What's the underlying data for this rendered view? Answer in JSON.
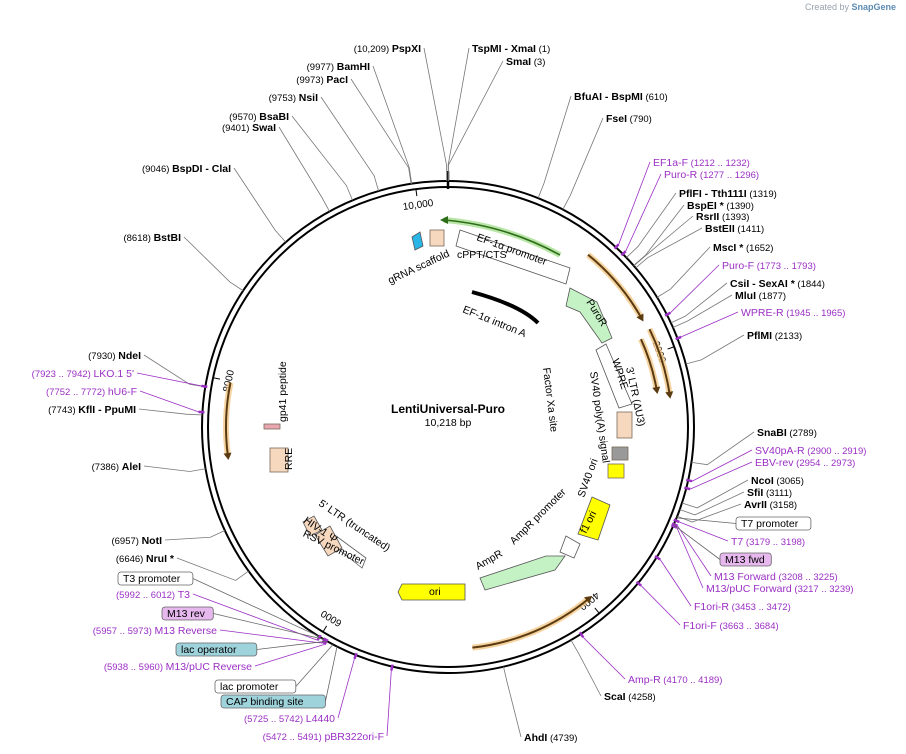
{
  "credit": {
    "prefix": "Created by",
    "brand": "SnapGene"
  },
  "plasmid": {
    "name": "LentiUniversal-Puro",
    "size_label": "10,218 bp",
    "length": 10218
  },
  "ticks": [
    {
      "label": "10,000",
      "pos": 10000
    },
    {
      "label": "2000",
      "pos": 2000
    },
    {
      "label": "4000",
      "pos": 4000
    },
    {
      "label": "6000",
      "pos": 6000
    },
    {
      "label": "8000",
      "pos": 8000
    }
  ],
  "enzymes": [
    {
      "name": "PspXI",
      "pos_label": "(10,209)",
      "side": "left",
      "pos": 10209
    },
    {
      "name": "TspMI  - XmaI",
      "pos_label": "(1)",
      "side": "right",
      "pos": 1
    },
    {
      "name": "SmaI",
      "pos_label": "(3)",
      "side": "right",
      "pos": 3
    },
    {
      "name": "BamHI",
      "pos_label": "(9977)",
      "side": "left",
      "pos": 9977
    },
    {
      "name": "PacI",
      "pos_label": "(9973)",
      "side": "left",
      "pos": 9973
    },
    {
      "name": "NsiI",
      "pos_label": "(9753)",
      "side": "left",
      "pos": 9753
    },
    {
      "name": "BsaBI",
      "pos_label": "(9570)",
      "side": "left",
      "pos": 9570
    },
    {
      "name": "SwaI",
      "pos_label": "(9401)",
      "side": "left",
      "pos": 9401
    },
    {
      "name": "BspDI  - ClaI",
      "pos_label": "(9046)",
      "side": "left",
      "pos": 9046
    },
    {
      "name": "BstBI",
      "pos_label": "(8618)",
      "side": "left",
      "pos": 8618
    },
    {
      "name": "BfuAI  - BspMI",
      "pos_label": "(610)",
      "side": "right",
      "pos": 610
    },
    {
      "name": "FseI",
      "pos_label": "(790)",
      "side": "right",
      "pos": 790
    },
    {
      "name": "PflFI  - Tth111I",
      "pos_label": "(1319)",
      "side": "right",
      "pos": 1319
    },
    {
      "name": "BspEI *",
      "pos_label": "(1390)",
      "side": "right",
      "pos": 1390
    },
    {
      "name": "RsrII",
      "pos_label": "(1393)",
      "side": "right",
      "pos": 1393
    },
    {
      "name": "BstEII",
      "pos_label": "(1411)",
      "side": "right",
      "pos": 1411
    },
    {
      "name": "MscI *",
      "pos_label": "(1652)",
      "side": "right",
      "pos": 1652
    },
    {
      "name": "CsiI  - SexAI *",
      "pos_label": "(1844)",
      "side": "right",
      "pos": 1844
    },
    {
      "name": "MluI",
      "pos_label": "(1877)",
      "side": "right",
      "pos": 1877
    },
    {
      "name": "PflMI",
      "pos_label": "(2133)",
      "side": "right",
      "pos": 2133
    },
    {
      "name": "SnaBI",
      "pos_label": "(2789)",
      "side": "right",
      "pos": 2789
    },
    {
      "name": "NcoI",
      "pos_label": "(3065)",
      "side": "right",
      "pos": 3065
    },
    {
      "name": "SfiI",
      "pos_label": "(3111)",
      "side": "right",
      "pos": 3111
    },
    {
      "name": "AvrII",
      "pos_label": "(3158)",
      "side": "right",
      "pos": 3158
    },
    {
      "name": "ScaI",
      "pos_label": "(4258)",
      "side": "right",
      "pos": 4258
    },
    {
      "name": "AhdI",
      "pos_label": "(4739)",
      "side": "right",
      "pos": 4739
    },
    {
      "name": "NdeI",
      "pos_label": "(7930)",
      "side": "left",
      "pos": 7930
    },
    {
      "name": "KflI  - PpuMI",
      "pos_label": "(7743)",
      "side": "left",
      "pos": 7743
    },
    {
      "name": "AleI",
      "pos_label": "(7386)",
      "side": "left",
      "pos": 7386
    },
    {
      "name": "NotI",
      "pos_label": "(6957)",
      "side": "left",
      "pos": 6957
    },
    {
      "name": "NruI *",
      "pos_label": "(6646)",
      "side": "left",
      "pos": 6646
    }
  ],
  "primers": [
    {
      "name": "EF1a-F",
      "range": "(1212 .. 1232)",
      "side": "right",
      "pos": 1222
    },
    {
      "name": "Puro-R",
      "range": "(1277 .. 1296)",
      "side": "right",
      "pos": 1286
    },
    {
      "name": "Puro-F",
      "range": "(1773 .. 1793)",
      "side": "right",
      "pos": 1783
    },
    {
      "name": "WPRE-R",
      "range": "(1945 .. 1965)",
      "side": "right",
      "pos": 1955
    },
    {
      "name": "SV40pA-R",
      "range": "(2900 .. 2919)",
      "side": "right",
      "pos": 2910
    },
    {
      "name": "EBV-rev",
      "range": "(2954 .. 2973)",
      "side": "right",
      "pos": 2963
    },
    {
      "name": "T7",
      "range": "(3179 .. 3198)",
      "side": "right",
      "pos": 3188
    },
    {
      "name": "M13 Forward",
      "range": "(3208 .. 3225)",
      "side": "right",
      "pos": 3216
    },
    {
      "name": "M13/pUC Forward",
      "range": "(3217 .. 3239)",
      "side": "right",
      "pos": 3228
    },
    {
      "name": "F1ori-R",
      "range": "(3453 .. 3472)",
      "side": "right",
      "pos": 3462
    },
    {
      "name": "F1ori-F",
      "range": "(3663 .. 3684)",
      "side": "right",
      "pos": 3673
    },
    {
      "name": "Amp-R",
      "range": "(4170 .. 4189)",
      "side": "right",
      "pos": 4180
    },
    {
      "name": "LKO.1 5'",
      "range": "(7923 .. 7942)",
      "side": "left",
      "pos": 7932
    },
    {
      "name": "hU6-F",
      "range": "(7752 .. 7772)",
      "side": "left",
      "pos": 7762
    },
    {
      "name": "T3",
      "range": "(5992 .. 6012)",
      "side": "left",
      "pos": 6002
    },
    {
      "name": "M13 Reverse",
      "range": "(5957 .. 5973)",
      "side": "left",
      "pos": 5965
    },
    {
      "name": "M13/pUC Reverse",
      "range": "(5938 .. 5960)",
      "side": "left",
      "pos": 5949
    },
    {
      "name": "L4440",
      "range": "(5725 .. 5742)",
      "side": "left",
      "pos": 5733
    },
    {
      "name": "pBR322ori-F",
      "range": "(5472 .. 5491)",
      "side": "left",
      "pos": 5481
    }
  ],
  "boxed_labels": [
    {
      "name": "T7 promoter",
      "style": "plain",
      "pos": 3170
    },
    {
      "name": "M13 fwd",
      "style": "violet",
      "pos": 3220
    },
    {
      "name": "T3 promoter",
      "style": "plain",
      "pos": 6010
    },
    {
      "name": "M13 rev",
      "style": "violet",
      "pos": 5970
    },
    {
      "name": "lac operator",
      "style": "teal",
      "pos": 5945
    },
    {
      "name": "lac promoter",
      "style": "plain",
      "pos": 5900
    },
    {
      "name": "CAP binding site",
      "style": "teal",
      "pos": 5870
    }
  ],
  "features": [
    {
      "label": "cPPT/CTS",
      "color": "#f6d8bf"
    },
    {
      "label": "gRNA scaffold",
      "color": "#29b6e6"
    },
    {
      "label": "EF-1α promoter",
      "color": "#ffffff"
    },
    {
      "label": "EF-1α intron A",
      "color": "#000000"
    },
    {
      "label": "PuroR",
      "color": "#c4f2c4"
    },
    {
      "label": "WPRE",
      "color": "#ffffff"
    },
    {
      "label": "3' LTR (ΔU3)",
      "color": "#f6d8bf"
    },
    {
      "label": "SV40 poly(A) signal",
      "color": "#999999"
    },
    {
      "label": "Factor Xa site",
      "color": "#ffffff"
    },
    {
      "label": "SV40 ori",
      "color": "#ffff00"
    },
    {
      "label": "f1 ori",
      "color": "#ffff00"
    },
    {
      "label": "AmpR promoter",
      "color": "#ffffff"
    },
    {
      "label": "AmpR",
      "color": "#c4f2c4"
    },
    {
      "label": "ori",
      "color": "#ffff00"
    },
    {
      "label": "RSV promoter",
      "color": "#ffffff"
    },
    {
      "label": "5' LTR (truncated)",
      "color": "#f6d8bf"
    },
    {
      "label": "HIV-1 Ψ",
      "color": "#f6d8bf"
    },
    {
      "label": "RRE",
      "color": "#f6d8bf"
    },
    {
      "label": "gp41 peptide",
      "color": "#e8a6b0"
    }
  ],
  "colors": {
    "backbone": "#000000",
    "primer": "#9b2fc4",
    "orf": "#e8961e",
    "teal": "#9fd3dc",
    "violet": "#e7b8ee"
  }
}
